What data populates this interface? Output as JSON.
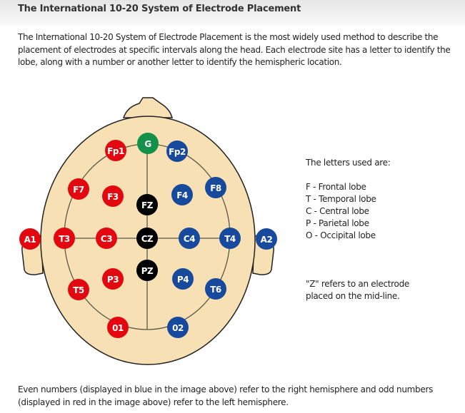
{
  "title": "The International 10-20 System of Electrode Placement",
  "intro": "The International 10-20 System of Electrode Placement is the most widely used method to describe the placement of electrodes at specific intervals along the head. Each electrode site has a letter to identify the lobe, along with a number or another letter to identify the hemispheric location.",
  "legend": {
    "heading": "The letters used are:",
    "items": [
      "F - Frontal lobe",
      "T - Temporal lobe",
      "C - Central lobe",
      "P - Parietal lobe",
      "O - Occipital lobe"
    ],
    "z_note_1": "\"Z\" refers to an electrode",
    "z_note_2": "placed on the mid-line."
  },
  "footer_1": "Even numbers (displayed in blue in the image above) refer to the right hemisphere and odd numbers",
  "footer_2": "(displayed in red in the image above) refer to the left hemisphere.",
  "colors": {
    "left": "#e3070f",
    "right": "#174a9c",
    "midline": "#000000",
    "ground": "#13914a",
    "head": "#f6e0b4"
  },
  "electrodes": [
    {
      "label": "G",
      "group": "ground"
    },
    {
      "label": "Fp1",
      "group": "left"
    },
    {
      "label": "Fp2",
      "group": "right"
    },
    {
      "label": "F7",
      "group": "left"
    },
    {
      "label": "F3",
      "group": "left"
    },
    {
      "label": "FZ",
      "group": "midline"
    },
    {
      "label": "F4",
      "group": "right"
    },
    {
      "label": "F8",
      "group": "right"
    },
    {
      "label": "A1",
      "group": "left"
    },
    {
      "label": "T3",
      "group": "left"
    },
    {
      "label": "C3",
      "group": "left"
    },
    {
      "label": "CZ",
      "group": "midline"
    },
    {
      "label": "C4",
      "group": "right"
    },
    {
      "label": "T4",
      "group": "right"
    },
    {
      "label": "A2",
      "group": "right"
    },
    {
      "label": "PZ",
      "group": "midline"
    },
    {
      "label": "P3",
      "group": "left"
    },
    {
      "label": "P4",
      "group": "right"
    },
    {
      "label": "T5",
      "group": "left"
    },
    {
      "label": "T6",
      "group": "right"
    },
    {
      "label": "01",
      "group": "left"
    },
    {
      "label": "02",
      "group": "right"
    }
  ]
}
